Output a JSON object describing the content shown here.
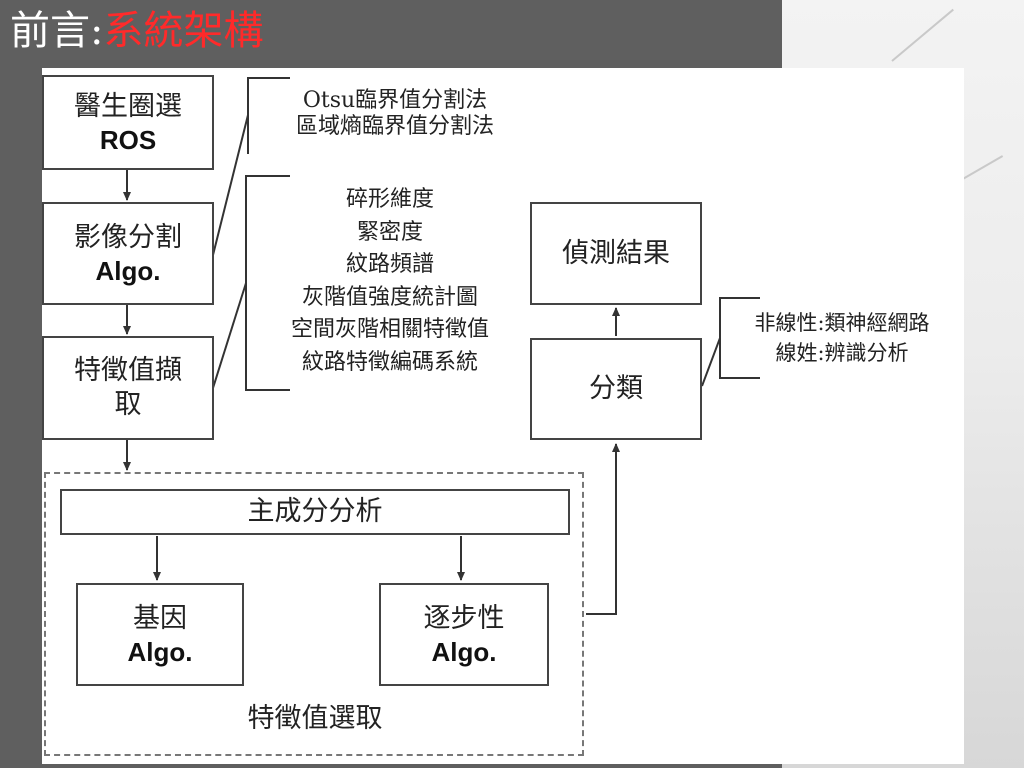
{
  "title": {
    "prefix": "前言",
    "separator": ":",
    "highlight": "系統架構"
  },
  "boxes": {
    "ros": {
      "cn": "醫生圈選",
      "algo": "ROS"
    },
    "segmentation": {
      "cn": "影像分割",
      "algo": "Algo."
    },
    "feature_extraction": {
      "line1": "特徵值擷",
      "line2": "取"
    },
    "pca": {
      "cn": "主成分分析"
    },
    "genetic": {
      "cn": "基因",
      "algo": "Algo."
    },
    "stepwise": {
      "cn": "逐步性",
      "algo": "Algo."
    },
    "classify": {
      "cn": "分類"
    },
    "result": {
      "cn": "偵測結果"
    }
  },
  "labels": {
    "seg_methods": [
      "Otsu臨界值分割法",
      "區域熵臨界值分割法"
    ],
    "feature_methods": [
      "碎形維度",
      "緊密度",
      "紋路頻譜",
      "灰階值強度統計圖",
      "空間灰階相關特徵值",
      "紋路特徵編碼系統"
    ],
    "classify_methods": [
      "非線性:類神經網路",
      "線姓:辨識分析"
    ],
    "feature_selection": "特徵值選取"
  },
  "colors": {
    "highlight": "#ff2a2a",
    "slide_bg": "#5f5f5f"
  }
}
